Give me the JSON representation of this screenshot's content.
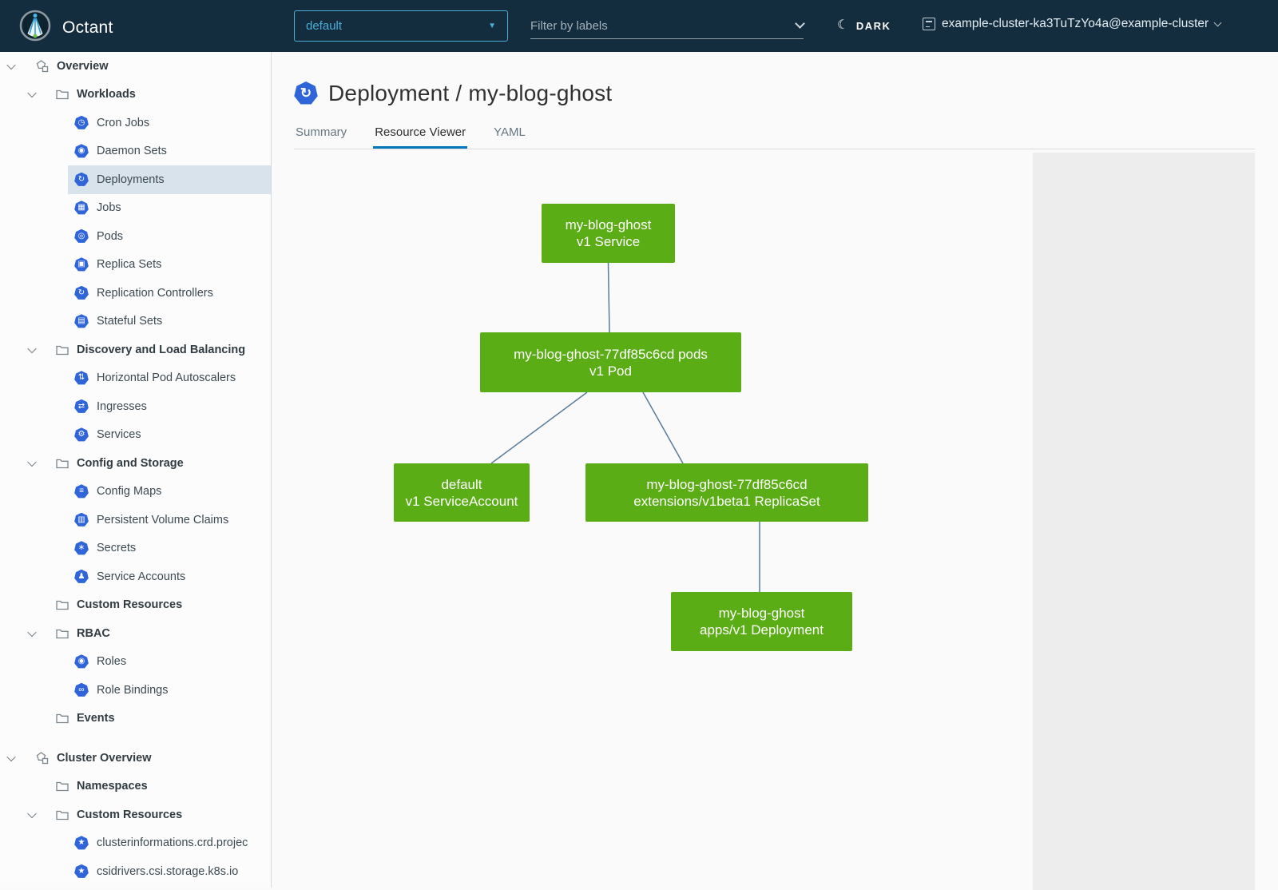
{
  "colors": {
    "header_bg": "#142d3e",
    "accent_blue": "#49afd9",
    "icon_blue": "#2f65d8",
    "node_green": "#5bad15",
    "edge_color": "#5a7b99",
    "selected_row_bg": "#d8e3ec",
    "tab_underline_blue": "#0077b8",
    "panel_gray": "#ededed"
  },
  "header": {
    "app_name": "Octant",
    "logo_icon": "octant-logo",
    "namespace_selector": {
      "value": "default",
      "caret_icon": "caret-down-icon"
    },
    "label_filter": {
      "placeholder": "Filter by labels",
      "chevron_icon": "chevron-down-icon"
    },
    "theme_toggle": {
      "label": "DARK",
      "icon": "moon-icon"
    },
    "context_selector": {
      "value": "example-cluster-ka3TuTzYo4a@example-cluster",
      "icon": "cluster-icon",
      "chevron_icon": "chevron-down-icon"
    }
  },
  "sidebar": {
    "items": [
      {
        "label": "Overview",
        "kind": "section",
        "icon": "objects-icon",
        "expanded": true
      },
      {
        "label": "Workloads",
        "kind": "folder",
        "icon": "folder-icon",
        "expanded": true
      },
      {
        "label": "Cron Jobs",
        "kind": "leaf",
        "icon": "cron-jobs-icon"
      },
      {
        "label": "Daemon Sets",
        "kind": "leaf",
        "icon": "daemon-sets-icon"
      },
      {
        "label": "Deployments",
        "kind": "leaf",
        "icon": "deployments-icon",
        "selected": true
      },
      {
        "label": "Jobs",
        "kind": "leaf",
        "icon": "jobs-icon"
      },
      {
        "label": "Pods",
        "kind": "leaf",
        "icon": "pods-icon"
      },
      {
        "label": "Replica Sets",
        "kind": "leaf",
        "icon": "replica-sets-icon"
      },
      {
        "label": "Replication Controllers",
        "kind": "leaf",
        "icon": "replication-controllers-icon"
      },
      {
        "label": "Stateful Sets",
        "kind": "leaf",
        "icon": "stateful-sets-icon"
      },
      {
        "label": "Discovery and Load Balancing",
        "kind": "folder",
        "icon": "folder-icon",
        "expanded": true
      },
      {
        "label": "Horizontal Pod Autoscalers",
        "kind": "leaf",
        "icon": "horizontal-pod-autoscalers-icon"
      },
      {
        "label": "Ingresses",
        "kind": "leaf",
        "icon": "ingresses-icon"
      },
      {
        "label": "Services",
        "kind": "leaf",
        "icon": "services-icon"
      },
      {
        "label": "Config and Storage",
        "kind": "folder",
        "icon": "folder-icon",
        "expanded": true
      },
      {
        "label": "Config Maps",
        "kind": "leaf",
        "icon": "config-maps-icon"
      },
      {
        "label": "Persistent Volume Claims",
        "kind": "leaf",
        "icon": "persistent-volume-claims-icon"
      },
      {
        "label": "Secrets",
        "kind": "leaf",
        "icon": "secrets-icon"
      },
      {
        "label": "Service Accounts",
        "kind": "leaf",
        "icon": "service-accounts-icon"
      },
      {
        "label": "Custom Resources",
        "kind": "folder",
        "icon": "folder-icon",
        "expanded": null
      },
      {
        "label": "RBAC",
        "kind": "folder",
        "icon": "folder-icon",
        "expanded": true
      },
      {
        "label": "Roles",
        "kind": "leaf",
        "icon": "roles-icon"
      },
      {
        "label": "Role Bindings",
        "kind": "leaf",
        "icon": "role-bindings-icon"
      },
      {
        "label": "Events",
        "kind": "folder",
        "icon": "folder-icon",
        "expanded": null
      },
      {
        "label": "Cluster Overview",
        "kind": "section",
        "icon": "objects-icon",
        "expanded": true,
        "gap_before": true
      },
      {
        "label": "Namespaces",
        "kind": "folder",
        "icon": "folder-icon",
        "expanded": null
      },
      {
        "label": "Custom Resources",
        "kind": "folder",
        "icon": "folder-icon",
        "expanded": true
      },
      {
        "label": "clusterinformations.crd.projec",
        "kind": "leaf",
        "icon": "custom-resource-definition-icon"
      },
      {
        "label": "csidrivers.csi.storage.k8s.io",
        "kind": "leaf",
        "icon": "custom-resource-definition-icon"
      }
    ]
  },
  "main": {
    "title": "Deployment / my-blog-ghost",
    "title_icon": "deployment-icon",
    "tabs": [
      {
        "label": "Summary",
        "active": false
      },
      {
        "label": "Resource Viewer",
        "active": true
      },
      {
        "label": "YAML",
        "active": false
      }
    ]
  },
  "graph": {
    "nodes": [
      {
        "id": "service",
        "line1": "my-blog-ghost",
        "line2": "v1 Service"
      },
      {
        "id": "pod",
        "line1": "my-blog-ghost-77df85c6cd pods",
        "line2": "v1 Pod"
      },
      {
        "id": "serviceaccount",
        "line1": "default",
        "line2": "v1 ServiceAccount"
      },
      {
        "id": "replicaset",
        "line1": "my-blog-ghost-77df85c6cd",
        "line2": "extensions/v1beta1 ReplicaSet"
      },
      {
        "id": "deployment",
        "line1": "my-blog-ghost",
        "line2": "apps/v1 Deployment"
      }
    ],
    "edges": [
      {
        "from": "service",
        "to": "pod"
      },
      {
        "from": "pod",
        "to": "serviceaccount"
      },
      {
        "from": "pod",
        "to": "replicaset"
      },
      {
        "from": "replicaset",
        "to": "deployment"
      }
    ]
  }
}
